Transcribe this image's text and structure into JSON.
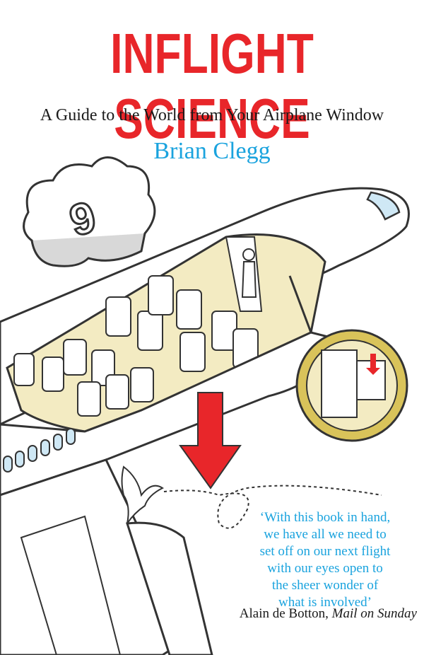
{
  "cover": {
    "title": "INFLIGHT SCIENCE",
    "subtitle": "A Guide to the World from Your Airplane Window",
    "author": "Brian Clegg",
    "cloud_number": "9",
    "quote_lines": [
      "‘With this book in hand,",
      "we have all we need to",
      "set off on our next flight",
      "with our eyes open to",
      "the sheer wonder of",
      "what is involved’"
    ],
    "attribution_name": "Alain de Botton, ",
    "attribution_source": "Mail on Sunday"
  },
  "colors": {
    "title_red": "#e8262a",
    "author_blue": "#1aa3de",
    "cabin_cream": "#f3ebc2",
    "porthole_yellow": "#d9c35a",
    "arrow_red": "#e8262a"
  },
  "icons": [
    "cloud-icon",
    "airplane-illustration",
    "bird-icon",
    "down-arrow-icon"
  ]
}
